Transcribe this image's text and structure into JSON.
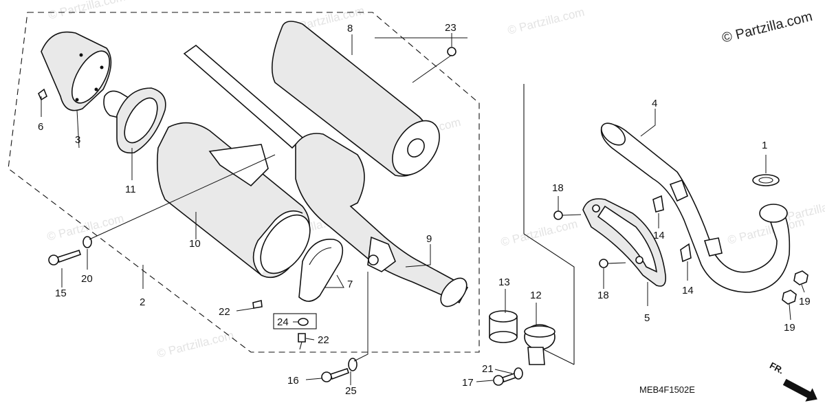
{
  "copyright": "© Partzilla.com",
  "watermarks": [
    "© Partzilla.com",
    "© Partzilla.com",
    "© Partzilla.com",
    "© Partzilla.com",
    "© Partzilla.com",
    "© Partzilla.com",
    "© Partzilla.com",
    "© Partzilla.com",
    "© Partzilla.com",
    "© Partzilla.com"
  ],
  "diagram_code": "MEB4F1502E",
  "front_arrow": "FR.",
  "callouts": {
    "p1": "1",
    "p2": "2",
    "p3": "3",
    "p4": "4",
    "p5": "5",
    "p6": "6",
    "p7": "7",
    "p8": "8",
    "p9": "9",
    "p10": "10",
    "p11": "11",
    "p12": "12",
    "p13": "13",
    "p14a": "14",
    "p14b": "14",
    "p15": "15",
    "p16": "16",
    "p17": "17",
    "p18a": "18",
    "p18b": "18",
    "p19a": "19",
    "p19b": "19",
    "p20": "20",
    "p21": "21",
    "p22a": "22",
    "p22b": "22",
    "p23": "23",
    "p24": "24",
    "p25": "25"
  }
}
